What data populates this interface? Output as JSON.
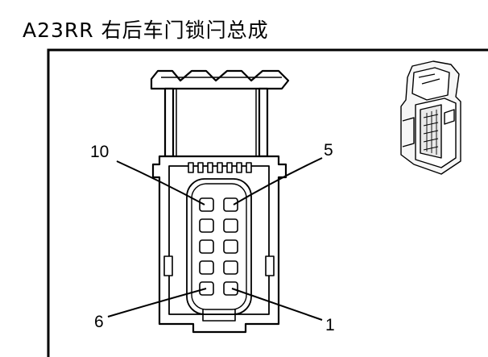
{
  "header": {
    "title": "A23RR 右后车门锁闩总成"
  },
  "connector": {
    "callouts": [
      {
        "label": "10"
      },
      {
        "label": "5"
      },
      {
        "label": "6"
      },
      {
        "label": "1"
      }
    ]
  }
}
